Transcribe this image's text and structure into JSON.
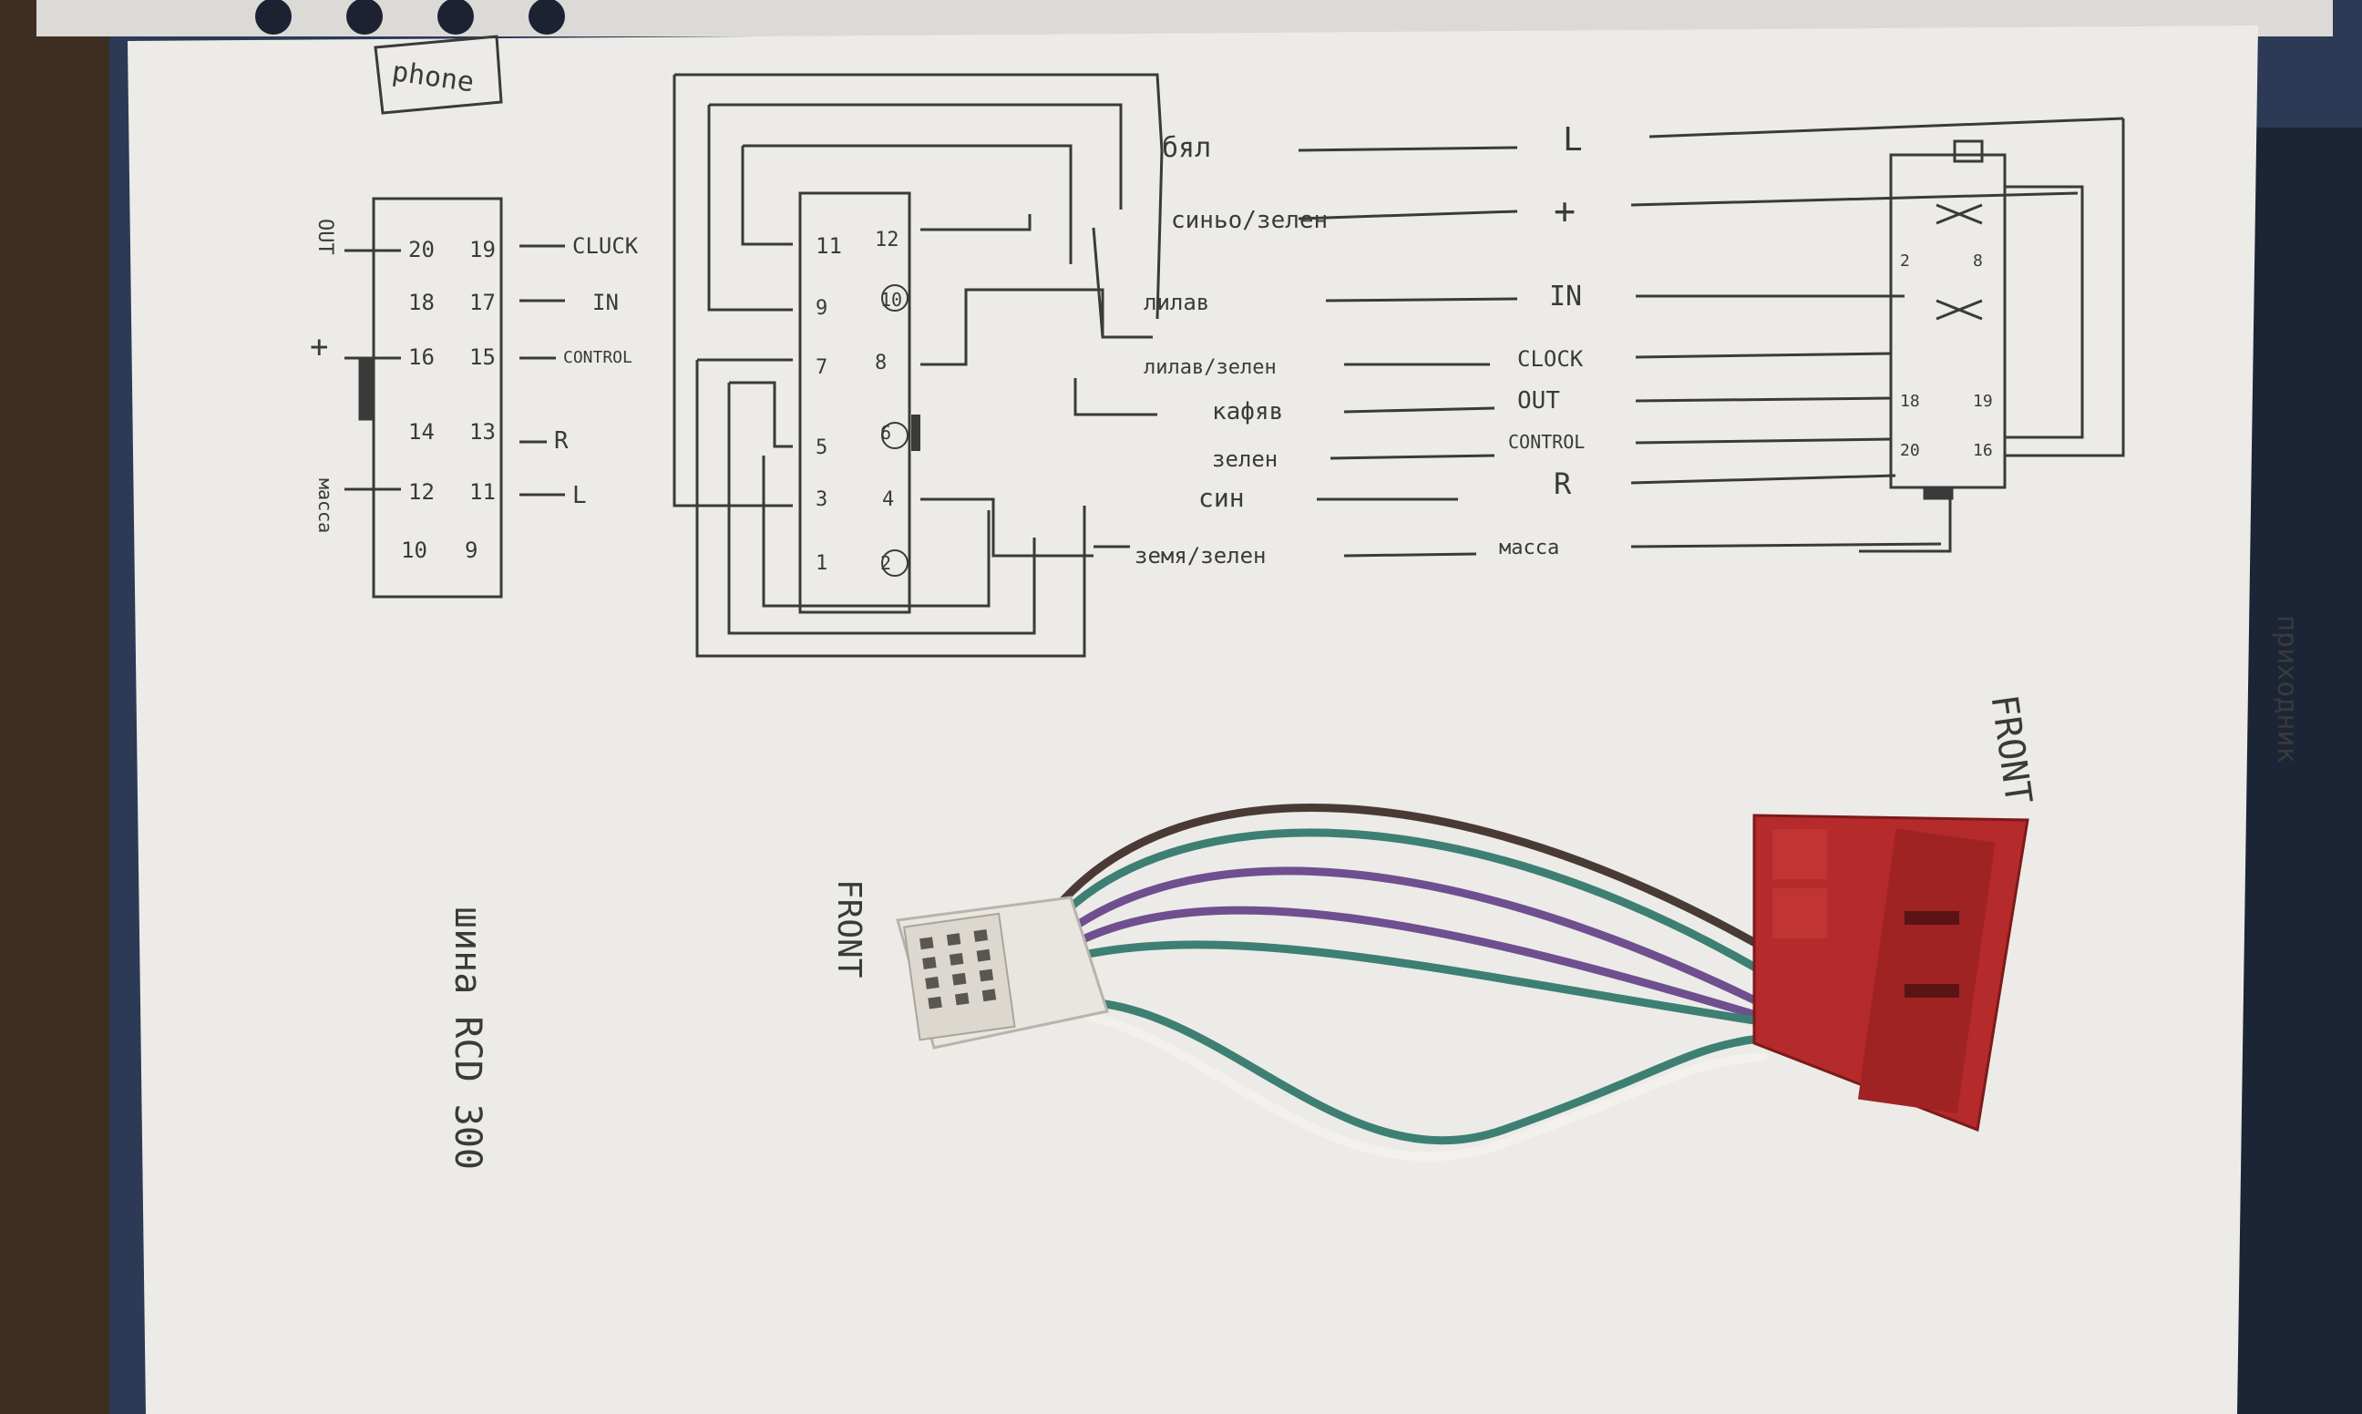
{
  "photo": {
    "subject": "Hand-drawn wiring diagram on paper with a connector adapter harness",
    "colors": {
      "paper": "#ecebe8",
      "ink": "#3a3a3a",
      "red_connector": "#b52a2a",
      "white_connector": "#e9e6e0",
      "wire_purple": "#6f4f8f",
      "wire_green": "#3e7f73",
      "wire_brown": "#4a3a36",
      "wire_white": "#f2f1ec"
    }
  },
  "labels": {
    "phone_box": "phone",
    "left_out": "OUT",
    "left_plus": "+",
    "left_mass": "масса",
    "model": "шина RCD 300",
    "front_left": "FRONT",
    "front_right": "FRONT",
    "right_vertical": "приходник"
  },
  "left_pin_rows": [
    {
      "a": "20",
      "b": "19",
      "arrow": "CLUCK"
    },
    {
      "a": "18",
      "b": "17",
      "arrow": "IN"
    },
    {
      "a": "16",
      "b": "15",
      "arrow": "CONTROL"
    },
    {
      "a": "14",
      "b": "13",
      "arrow": "R"
    },
    {
      "a": "12",
      "b": "11",
      "arrow": "L"
    },
    {
      "a": "10",
      "b": "9",
      "arrow": ""
    }
  ],
  "center_pin_rows": [
    {
      "a": "11",
      "b": "12"
    },
    {
      "a": "9",
      "b": "10"
    },
    {
      "a": "7",
      "b": "8"
    },
    {
      "a": "5",
      "b": "6"
    },
    {
      "a": "3",
      "b": "4"
    },
    {
      "a": "1",
      "b": "2"
    }
  ],
  "wire_map": [
    {
      "color": "бял",
      "signal": "L"
    },
    {
      "color": "синьо/зелен",
      "signal": "+"
    },
    {
      "color": "лилав",
      "signal": "IN"
    },
    {
      "color": "лилав/зелен",
      "signal": "CLOCK"
    },
    {
      "color": "кафяв",
      "signal": "OUT"
    },
    {
      "color": "зелен",
      "signal": "CONTROL"
    },
    {
      "color": "син",
      "signal": "R"
    },
    {
      "color": "земя/зелен",
      "signal": "масса"
    }
  ]
}
